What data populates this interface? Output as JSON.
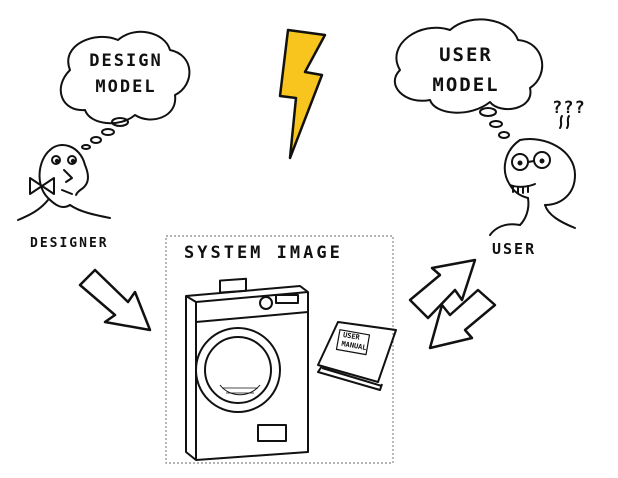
{
  "design_model": {
    "line1": "DESIGN",
    "line2": "MODEL"
  },
  "user_model": {
    "line1": "USER",
    "line2": "MODEL"
  },
  "designer_label": "DESIGNER",
  "user_label": "USER",
  "system_image_label": "SYSTEM IMAGE",
  "manual": {
    "line1": "USER",
    "line2": "MANUAL"
  },
  "question_marks": "???",
  "colors": {
    "lightning": "#f7c51e",
    "ink": "#111111"
  }
}
